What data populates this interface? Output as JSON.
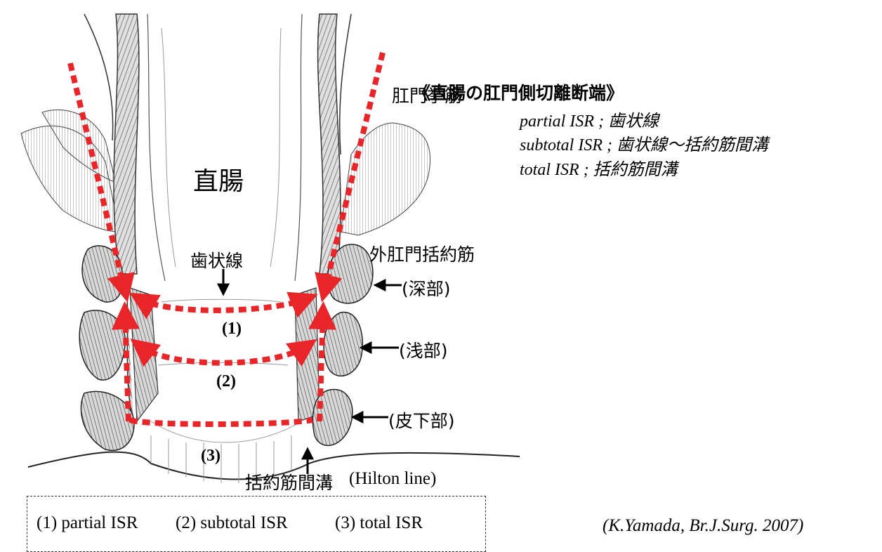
{
  "labels": {
    "rectum": "直腸",
    "levator_ani": "肛門挙筋",
    "dentate_line": "歯状線",
    "external_sphincter": "外肛門括約筋",
    "deep": "(深部)",
    "superficial": "(浅部)",
    "subcutaneous": "(皮下部)",
    "intersphincteric_groove": "括約筋間溝",
    "hilton_line": "(Hilton line)",
    "level1": "(1)",
    "level2": "(2)",
    "level3": "(3)"
  },
  "notes": {
    "title": "《直腸の肛門側切離断端》",
    "lines": [
      "partial ISR ; 歯状線",
      "subtotal ISR ; 歯状線〜括約筋間溝",
      "total ISR ; 括約筋間溝"
    ]
  },
  "legend": {
    "items": [
      "(1) partial ISR",
      "(2) subtotal ISR",
      "(3) total ISR"
    ]
  },
  "citation": "(K.Yamada, Br.J.Surg. 2007)",
  "colors": {
    "cut_line": "#e8262a",
    "ink": "#111111",
    "muscle_fill": "#cfcfcf"
  }
}
